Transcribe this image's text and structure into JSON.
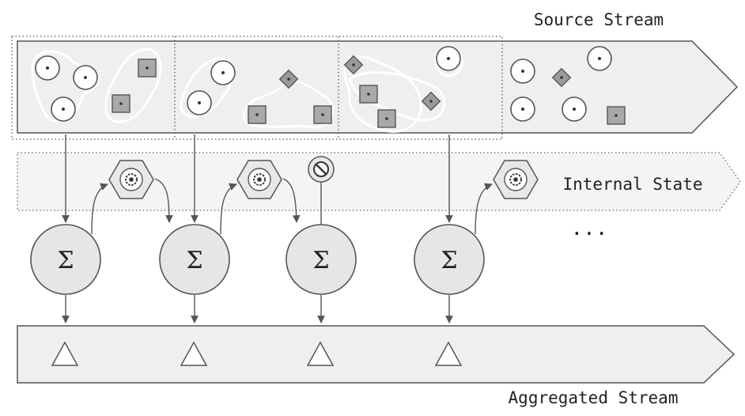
{
  "labels": {
    "source_stream": "Source Stream",
    "internal_state": "Internal State",
    "aggregated_stream": "Aggregated Stream",
    "ellipsis": "...",
    "sigma": "Σ"
  },
  "colors": {
    "band_fill": "#efefef",
    "state_band_fill": "#f4f4f4",
    "stroke": "#555555",
    "node_fill": "#e6e6e6",
    "square_fill": "#a9a9a9",
    "group_outline": "#ffffff"
  },
  "aggregation_steps": [
    {
      "id": "step-1",
      "uses_state": true
    },
    {
      "id": "step-2",
      "uses_state": true
    },
    {
      "id": "step-3",
      "uses_state": false
    },
    {
      "id": "step-4",
      "uses_state": true
    }
  ],
  "state_icons": [
    "gear-icon",
    "gear-icon",
    "blocked-icon",
    "gear-icon"
  ],
  "output_marker": "triangle"
}
